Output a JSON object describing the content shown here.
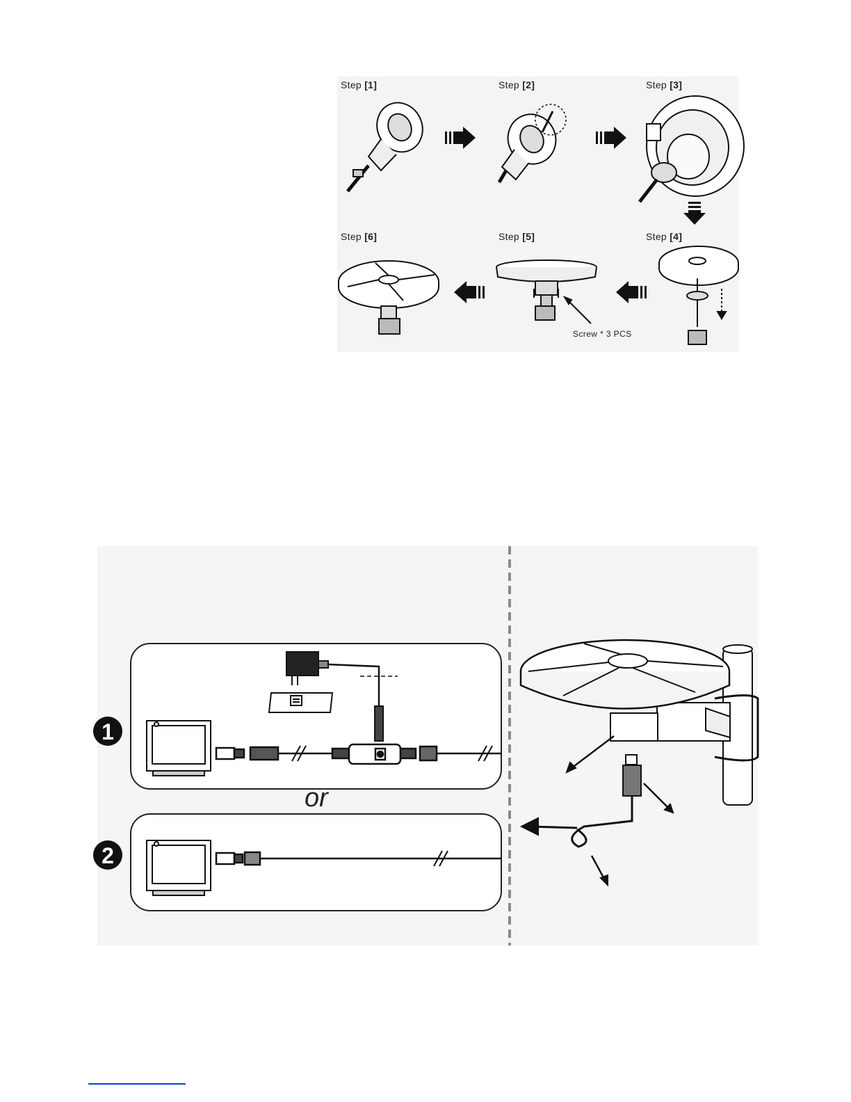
{
  "assembly": {
    "steps": [
      {
        "prefix": "Step ",
        "num": "[1]"
      },
      {
        "prefix": "Step ",
        "num": "[2]"
      },
      {
        "prefix": "Step ",
        "num": "[3]"
      },
      {
        "prefix": "Step ",
        "num": "[4]"
      },
      {
        "prefix": "Step ",
        "num": "[5]"
      },
      {
        "prefix": "Step ",
        "num": "[6]"
      }
    ],
    "screw_note": "Screw * 3 PCS"
  },
  "connection": {
    "or_label": "or",
    "options": [
      {
        "marker": "1",
        "marker_icon": "circled-number-1-icon"
      },
      {
        "marker": "2",
        "marker_icon": "circled-number-2-icon"
      }
    ]
  },
  "colors": {
    "line": "#1a1a1a",
    "panel_bg": "#f4f4f4",
    "divider": "#8a8a8a",
    "link": "#1a3fbf"
  }
}
